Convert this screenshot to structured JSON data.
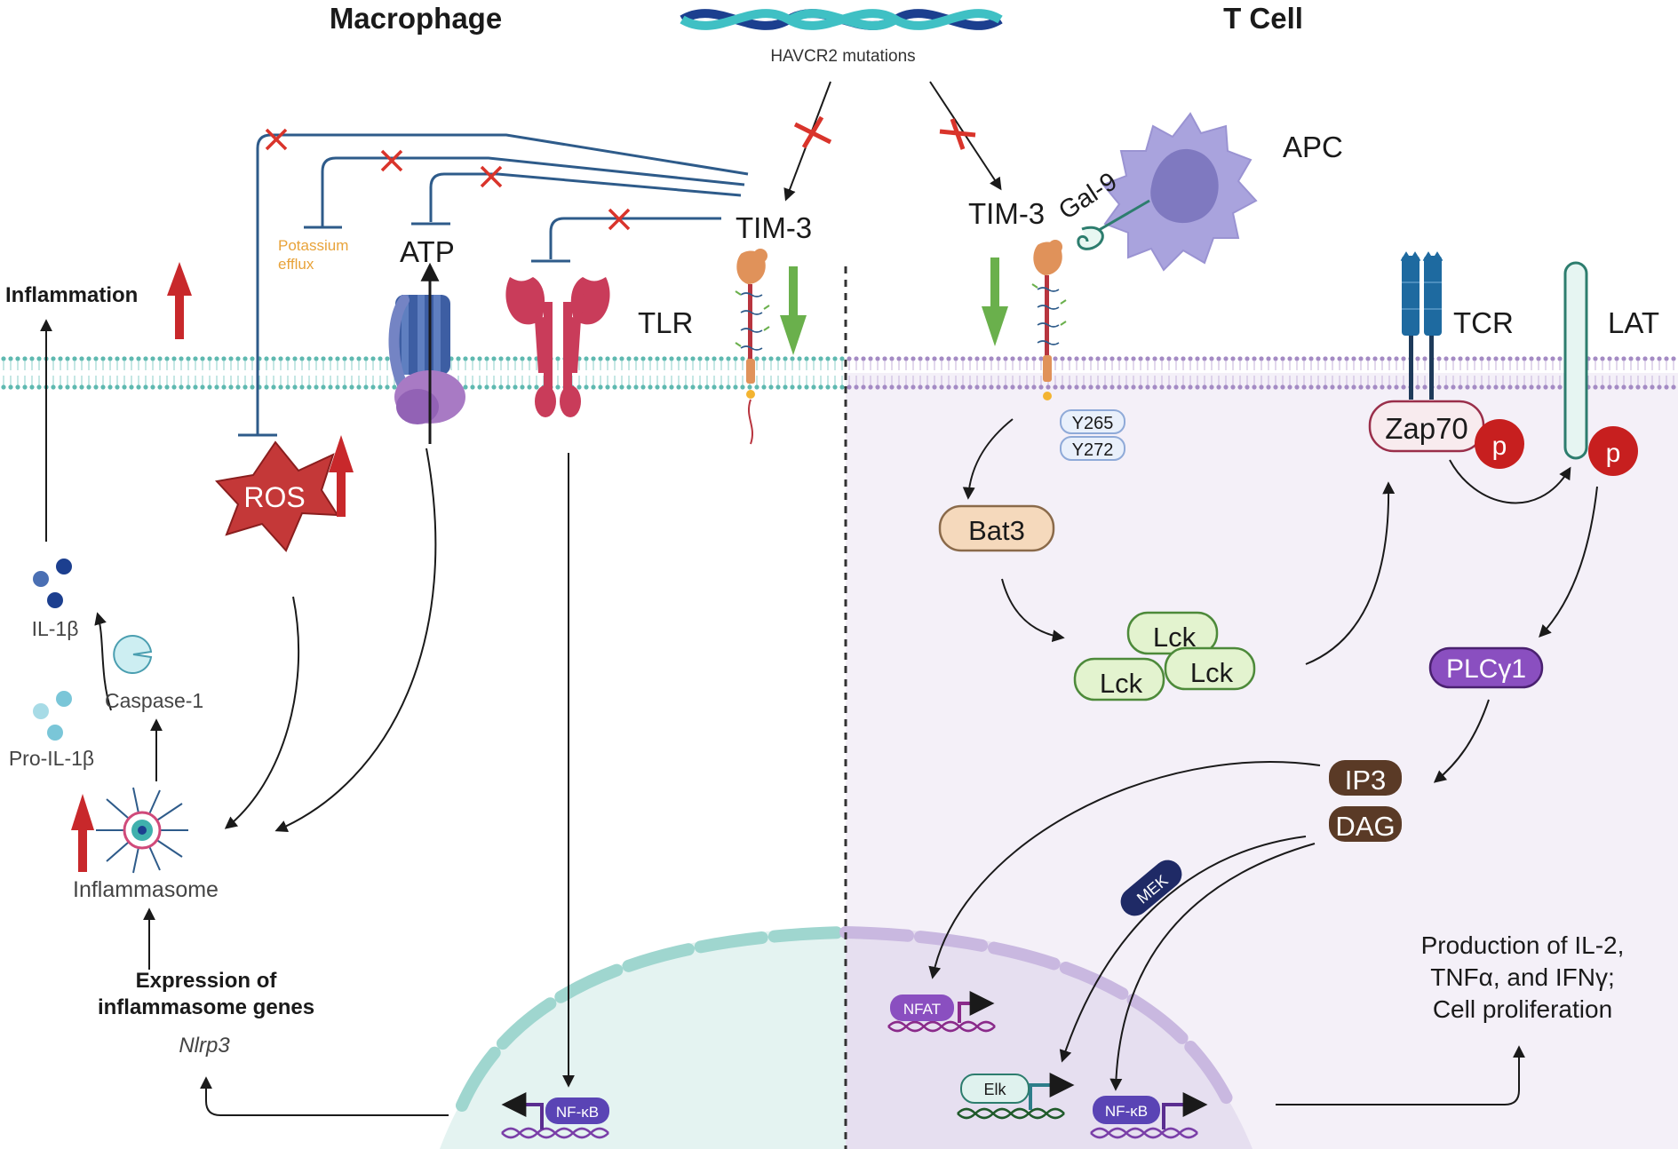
{
  "titles": {
    "macrophage": "Macrophage",
    "tcell": "T Cell"
  },
  "dna_label": "HAVCR2 mutations",
  "macrophage": {
    "tim3": "TIM-3",
    "tlr": "TLR",
    "atp": "ATP",
    "potassium": [
      "Potassium",
      "efflux"
    ],
    "inflammation": "Inflammation",
    "ros": "ROS",
    "il1b": "IL-1β",
    "pro_il1b": "Pro-IL-1β",
    "caspase": "Caspase-1",
    "inflammasome": "Inflammasome",
    "expression": [
      "Expression of",
      "inflammasome genes"
    ],
    "nlrp3": "Nlrp3",
    "nfkb": "NF-κB"
  },
  "tcell": {
    "tim3": "TIM-3",
    "gal9": "Gal-9",
    "apc": "APC",
    "tcr": "TCR",
    "lat": "LAT",
    "y265": "Y265",
    "y272": "Y272",
    "bat3": "Bat3",
    "lck": "Lck",
    "zap70": "Zap70",
    "p": "p",
    "plc": "PLCγ1",
    "ip3": "IP3",
    "dag": "DAG",
    "mek": "MEK",
    "nfat": "NFAT",
    "elk": "Elk",
    "nfkb": "NF-κB",
    "production": [
      "Production of  IL-2,",
      "TNFα, and IFNγ;",
      "Cell proliferation"
    ]
  },
  "colors": {
    "membrane_teal": "#5fb9b0",
    "membrane_purple": "#a48bc4",
    "tcell_bg": "#f4f0f8",
    "inhibit_blue": "#2e5b8a",
    "block_red": "#d9342b",
    "up_red": "#c8282b",
    "down_green": "#6ab04c",
    "potassium_orange": "#e8a33a"
  }
}
